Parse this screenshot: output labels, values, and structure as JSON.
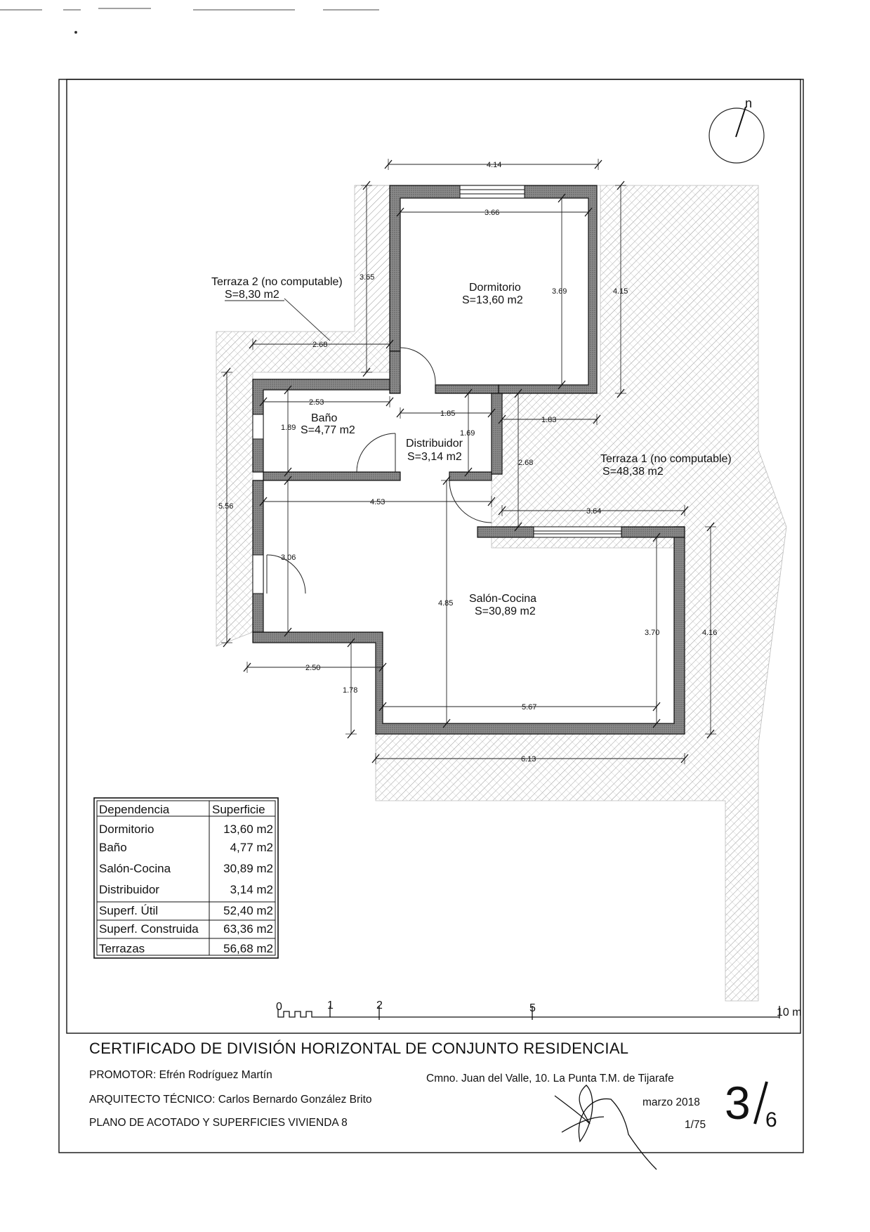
{
  "plan": {
    "rooms": [
      {
        "id": "dormitorio",
        "name": "Dormitorio",
        "area": "S=13,60 m2"
      },
      {
        "id": "bano",
        "name": "Baño",
        "area": "S=4,77 m2"
      },
      {
        "id": "distribuidor",
        "name": "Distribuidor",
        "area": "S=3,14 m2"
      },
      {
        "id": "salon",
        "name": "Salón-Cocina",
        "area": "S=30,89 m2"
      }
    ],
    "terraces": [
      {
        "id": "terraza2",
        "name": "Terraza 2 (no computable)",
        "area": "S=8,30 m2"
      },
      {
        "id": "terraza1",
        "name": "Terraza 1 (no computable)",
        "area": "S=48,38 m2"
      }
    ],
    "dimensions": [
      "4.14",
      "3.66",
      "3.65",
      "3.69",
      "4.15",
      "2.68",
      "2.53",
      "1.85",
      "1.89",
      "1.69",
      "1.83",
      "2.68",
      "3.64",
      "4.53",
      "5.56",
      "3.06",
      "4.85",
      "3.70",
      "4.16",
      "2.50",
      "1.78",
      "5.67",
      "6.13"
    ],
    "north_symbol": "n"
  },
  "table": {
    "headers": [
      "Dependencia",
      "Superficie"
    ],
    "rows": [
      [
        "Dormitorio",
        "13,60 m2"
      ],
      [
        "Baño",
        "4,77 m2"
      ],
      [
        "Salón-Cocina",
        "30,89 m2"
      ],
      [
        "Distribuidor",
        "3,14 m2"
      ],
      [
        "Superf. Útil",
        "52,40 m2"
      ],
      [
        "Superf. Construida",
        "63,36 m2"
      ],
      [
        "Terrazas",
        "56,68 m2"
      ]
    ]
  },
  "scale_bar": {
    "ticks": [
      "0",
      "1",
      "2",
      "5",
      "10 m"
    ]
  },
  "titleblock": {
    "title": "CERTIFICADO DE DIVISIÓN HORIZONTAL DE CONJUNTO RESIDENCIAL",
    "promotor": "PROMOTOR: Efrén Rodríguez Martín",
    "address": "Cmno. Juan del Valle, 10. La Punta T.M. de Tijarafe",
    "arquitecto": "ARQUITECTO TÉCNICO: Carlos Bernardo González Brito",
    "date": "marzo 2018",
    "plano": "PLANO DE ACOTADO Y SUPERFICIES VIVIENDA 8",
    "scale": "1/75",
    "sheet_number": "3",
    "sheet_total": "6"
  }
}
